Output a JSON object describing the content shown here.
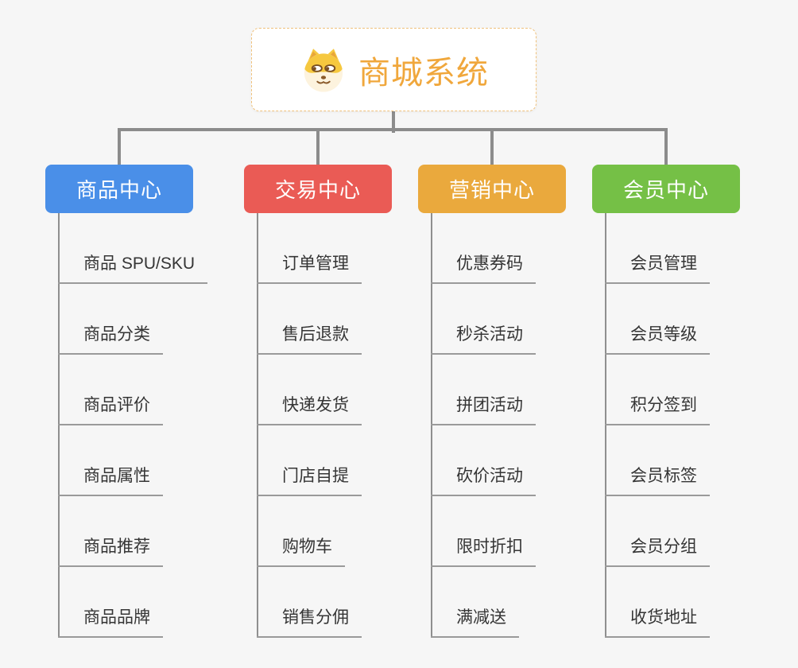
{
  "root": {
    "title": "商城系统",
    "icon": "shiba-dog"
  },
  "branches": [
    {
      "label": "商品中心",
      "color": "#4a8fe8",
      "items": [
        "商品 SPU/SKU",
        "商品分类",
        "商品评价",
        "商品属性",
        "商品推荐",
        "商品品牌"
      ]
    },
    {
      "label": "交易中心",
      "color": "#ea5b55",
      "items": [
        "订单管理",
        "售后退款",
        "快递发货",
        "门店自提",
        "购物车",
        "销售分佣"
      ]
    },
    {
      "label": "营销中心",
      "color": "#eaa93d",
      "items": [
        "优惠券码",
        "秒杀活动",
        "拼团活动",
        "砍价活动",
        "限时折扣",
        "满减送"
      ]
    },
    {
      "label": "会员中心",
      "color": "#75c046",
      "items": [
        "会员管理",
        "会员等级",
        "积分签到",
        "会员标签",
        "会员分组",
        "收货地址"
      ]
    }
  ],
  "colors": {
    "title_text": "#f0a73c",
    "connector": "#8c8c8c",
    "item_underline": "#9a9a9a",
    "item_text": "#353535",
    "canvas_bg": "#f6f6f6",
    "root_border": "#f0c27d"
  }
}
